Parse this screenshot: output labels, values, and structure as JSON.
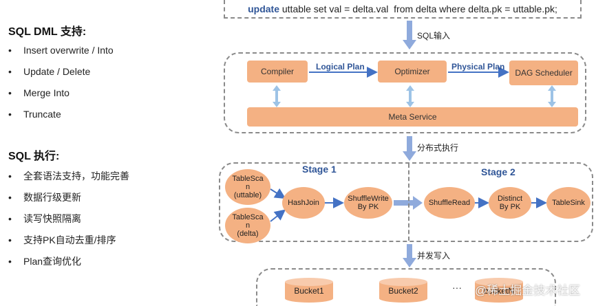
{
  "left": {
    "dml_title": "SQL DML 支持:",
    "dml_items": [
      "Insert overwrite / Into",
      "Update / Delete",
      "Merge Into",
      "Truncate"
    ],
    "exec_title": "SQL 执行:",
    "exec_items": [
      "全套语法支持，功能完善",
      "数据行级更新",
      "读写快照隔离",
      "支持PK自动去重/排序",
      "Plan查询优化"
    ],
    "bullet_char": "•"
  },
  "sql": {
    "keyword": "update",
    "rest": " uttable set val = delta.val  from delta where delta.pk = uttable.pk;"
  },
  "flow_labels": {
    "sql_input": "SQL输入",
    "distributed": "分布式执行",
    "concurrent_write": "并发写入"
  },
  "planner": {
    "compiler": "Compiler",
    "logical_plan": "Logical Plan",
    "optimizer": "Optimizer",
    "physical_plan": "Physical Plan",
    "dag_scheduler": "DAG Scheduler",
    "meta_service": "Meta Service"
  },
  "execution": {
    "stage1": "Stage 1",
    "stage2": "Stage 2",
    "tablescan1": [
      "TableSca",
      "n",
      "(uttable)"
    ],
    "tablescan2": [
      "TableSca",
      "n",
      "(delta)"
    ],
    "hashjoin": "HashJoin",
    "shufflewrite": [
      "ShuffleWrite",
      "By PK"
    ],
    "shuffleread": "ShuffleRead",
    "distinct": [
      "Distinct",
      "By PK"
    ],
    "tablesink": "TableSink"
  },
  "buckets": {
    "b1": "Bucket1",
    "b2": "Bucket2",
    "ellipsis": "···",
    "bn": "bucketN"
  },
  "watermark": "@稀土掘金技术社区",
  "colors": {
    "node": "#f4b183",
    "arrow": "#4472c4",
    "label": "#2f5597",
    "dash": "#8a8a8a",
    "arrow_light": "#9dc3e6"
  }
}
